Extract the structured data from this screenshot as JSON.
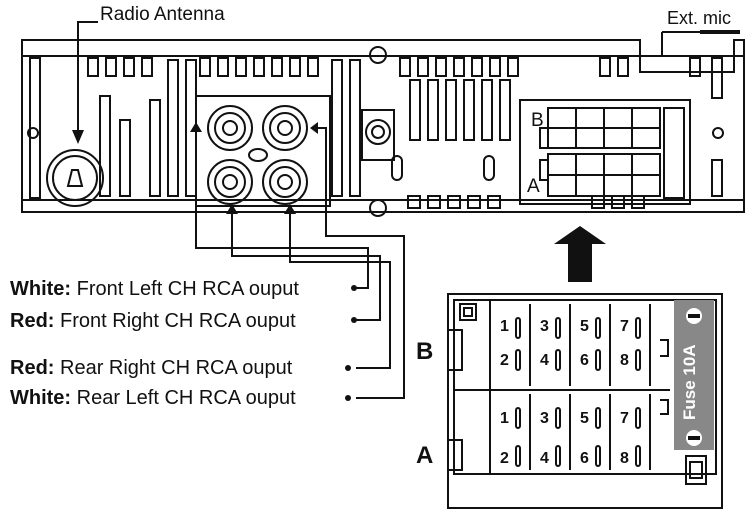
{
  "labels": {
    "radio_antenna": "Radio Antenna",
    "ext_mic": "Ext. mic",
    "rca": [
      {
        "color": "White:",
        "text": " Front Left CH RCA ouput"
      },
      {
        "color": "Red:",
        "text": " Front Right CH RCA ouput"
      },
      {
        "color": "Red:",
        "text": " Rear Right CH RCA ouput"
      },
      {
        "color": "White:",
        "text": " Rear Left CH RCA ouput"
      }
    ],
    "connector_b": "B",
    "connector_a": "A",
    "fuse": "Fuse 10A"
  },
  "pins": {
    "b_top": [
      "1",
      "3",
      "5",
      "7"
    ],
    "b_bottom": [
      "2",
      "4",
      "6",
      "8"
    ],
    "a_top": [
      "1",
      "3",
      "5",
      "7"
    ],
    "a_bottom": [
      "2",
      "4",
      "6",
      "8"
    ]
  },
  "colors": {
    "line": "#111111",
    "fuse_bg": "#888888"
  }
}
